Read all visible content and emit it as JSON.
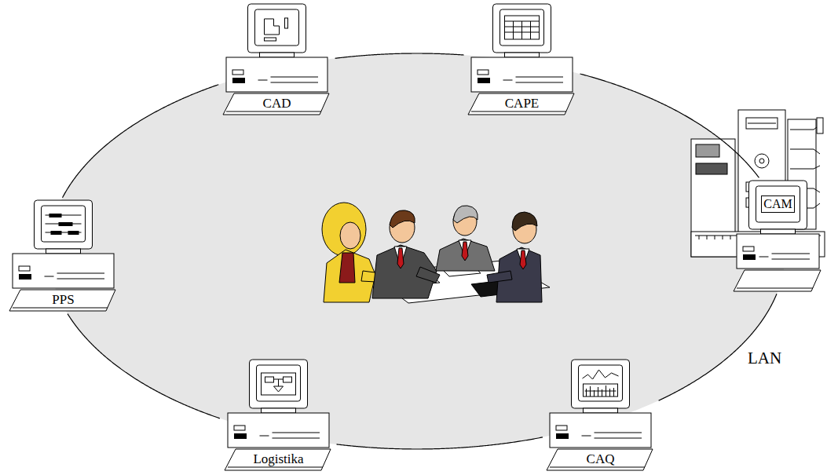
{
  "diagram": {
    "nodes": [
      {
        "text": [
          "CAD"
        ]
      },
      {
        "text": [
          "CAPE"
        ]
      },
      {
        "text": [
          "CAM"
        ]
      },
      {
        "text": [
          "PPS"
        ]
      },
      {
        "text": [
          "Logistika"
        ]
      },
      {
        "text": [
          "CAQ"
        ]
      }
    ],
    "edges": [
      {
        "from": 0,
        "to": 1,
        "arrow": "none"
      },
      {
        "from": 1,
        "to": 2,
        "arrow": "none"
      },
      {
        "from": 2,
        "to": 5,
        "arrow": "none"
      },
      {
        "from": 5,
        "to": 4,
        "arrow": "none"
      },
      {
        "from": 4,
        "to": 3,
        "arrow": "none"
      },
      {
        "from": 3,
        "to": 0,
        "arrow": "none"
      }
    ],
    "labels": [
      "LAN"
    ]
  }
}
